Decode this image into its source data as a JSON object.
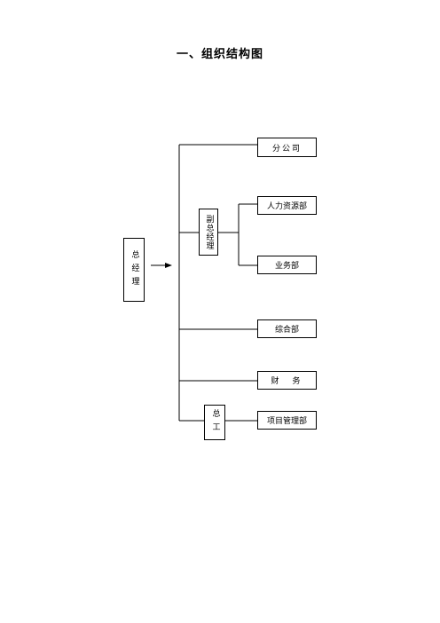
{
  "title": "一、组织结构图",
  "org_chart": {
    "root": "总经理",
    "deputy": "副总经理",
    "chief_engineer": "总工",
    "branch": "分公司",
    "hr": "人力资源部",
    "business": "业务部",
    "general": "综合部",
    "finance": "财　务",
    "project": "项目管理部"
  }
}
